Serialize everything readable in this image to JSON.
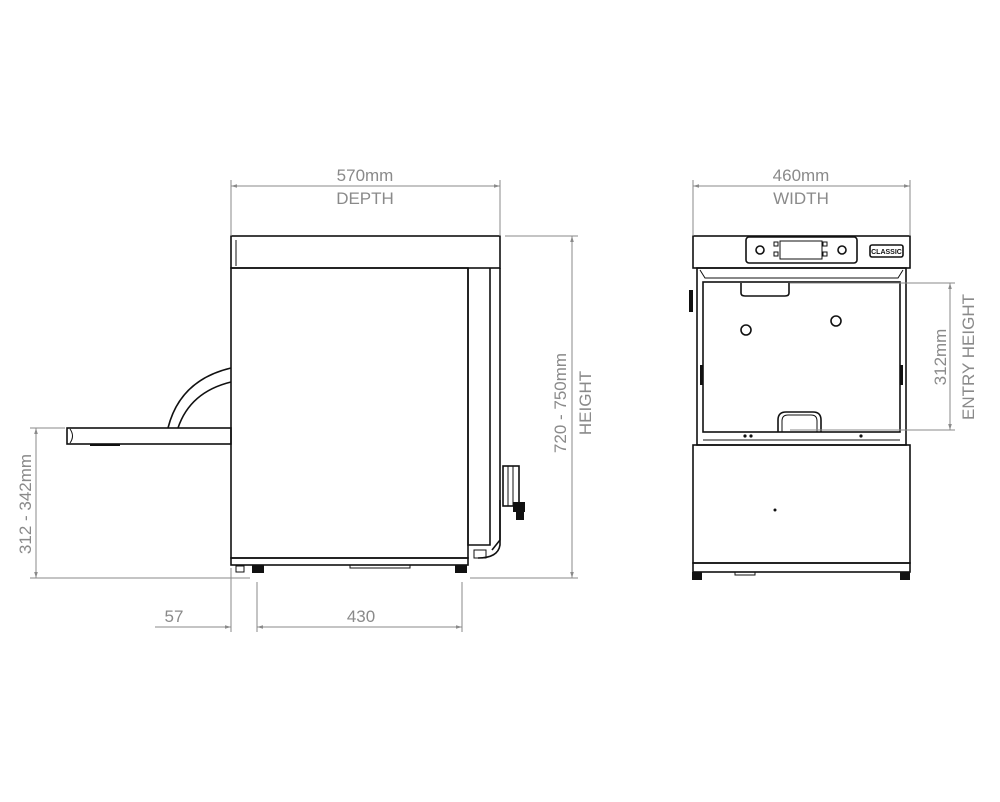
{
  "side_view": {
    "depth_value": "570mm",
    "depth_label": "DEPTH",
    "height_value": "720 - 750mm",
    "height_label": "HEIGHT",
    "rack_height_value": "312 - 342mm",
    "rack_offset_value": "57",
    "feet_spacing_value": "430"
  },
  "front_view": {
    "width_value": "460mm",
    "width_label": "WIDTH",
    "entry_height_value": "312mm",
    "entry_height_label": "ENTRY HEIGHT",
    "logo_text": "CLASSIC"
  },
  "colors": {
    "dimension": "#8a8a8a",
    "outline": "#111111"
  }
}
